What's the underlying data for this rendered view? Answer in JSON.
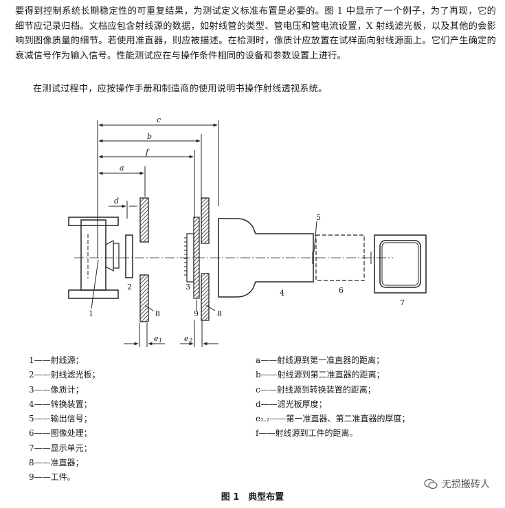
{
  "paragraphs": {
    "p1": "要得到控制系统长期稳定性的可重复结果，为测试定义标准布置是必要的。图 1 中显示了一个例子，为了再现，它的细节应记录归档。文档应包含射线源的数据，如射线管的类型、管电压和管电流设置，X 射线滤光板，以及其他的会影响到图像质量的细节。若使用准直器，则应被描述。在检测时，像质计应放置在试样面向射线源面上。它们产生确定的衰减信号作为输入信号。性能测试应在与操作条件相同的设备和参数设置上进行。",
    "p2": "在测试过程中，应按操作手册和制造商的使用说明书操作射线透视系统。"
  },
  "figure": {
    "dim_labels": {
      "c": "c",
      "b": "b",
      "f": "f",
      "a": "a",
      "d": "d",
      "e1": "e",
      "e1_sub": "1",
      "e2": "e",
      "e2_sub": "2"
    },
    "part_labels": {
      "p1": "1",
      "p2": "2",
      "p3": "3",
      "p4": "4",
      "p5": "5",
      "p6": "6",
      "p7": "7",
      "p8a": "8",
      "p8b": "8",
      "p9": "9"
    }
  },
  "legend": {
    "left": [
      "1——射线源；",
      "2——射线滤光板；",
      "3——像质计；",
      "4——转换装置；",
      "5——输出信号；",
      "6——图像处理；",
      "7——显示单元；",
      "8——准直器；",
      "9——工件。"
    ],
    "right": [
      "a——射线源到第一准直器的距离；",
      "b——射线源到第二准直器的距离；",
      "c——射线源到转换装置的距离；",
      "d——滤光板厚度；",
      "e₁.₂——第一准直器、第二准直器的厚度；",
      "f——射线源到工件的距离。"
    ]
  },
  "caption": "图 1　典型布置",
  "watermark": "无损搬砖人"
}
